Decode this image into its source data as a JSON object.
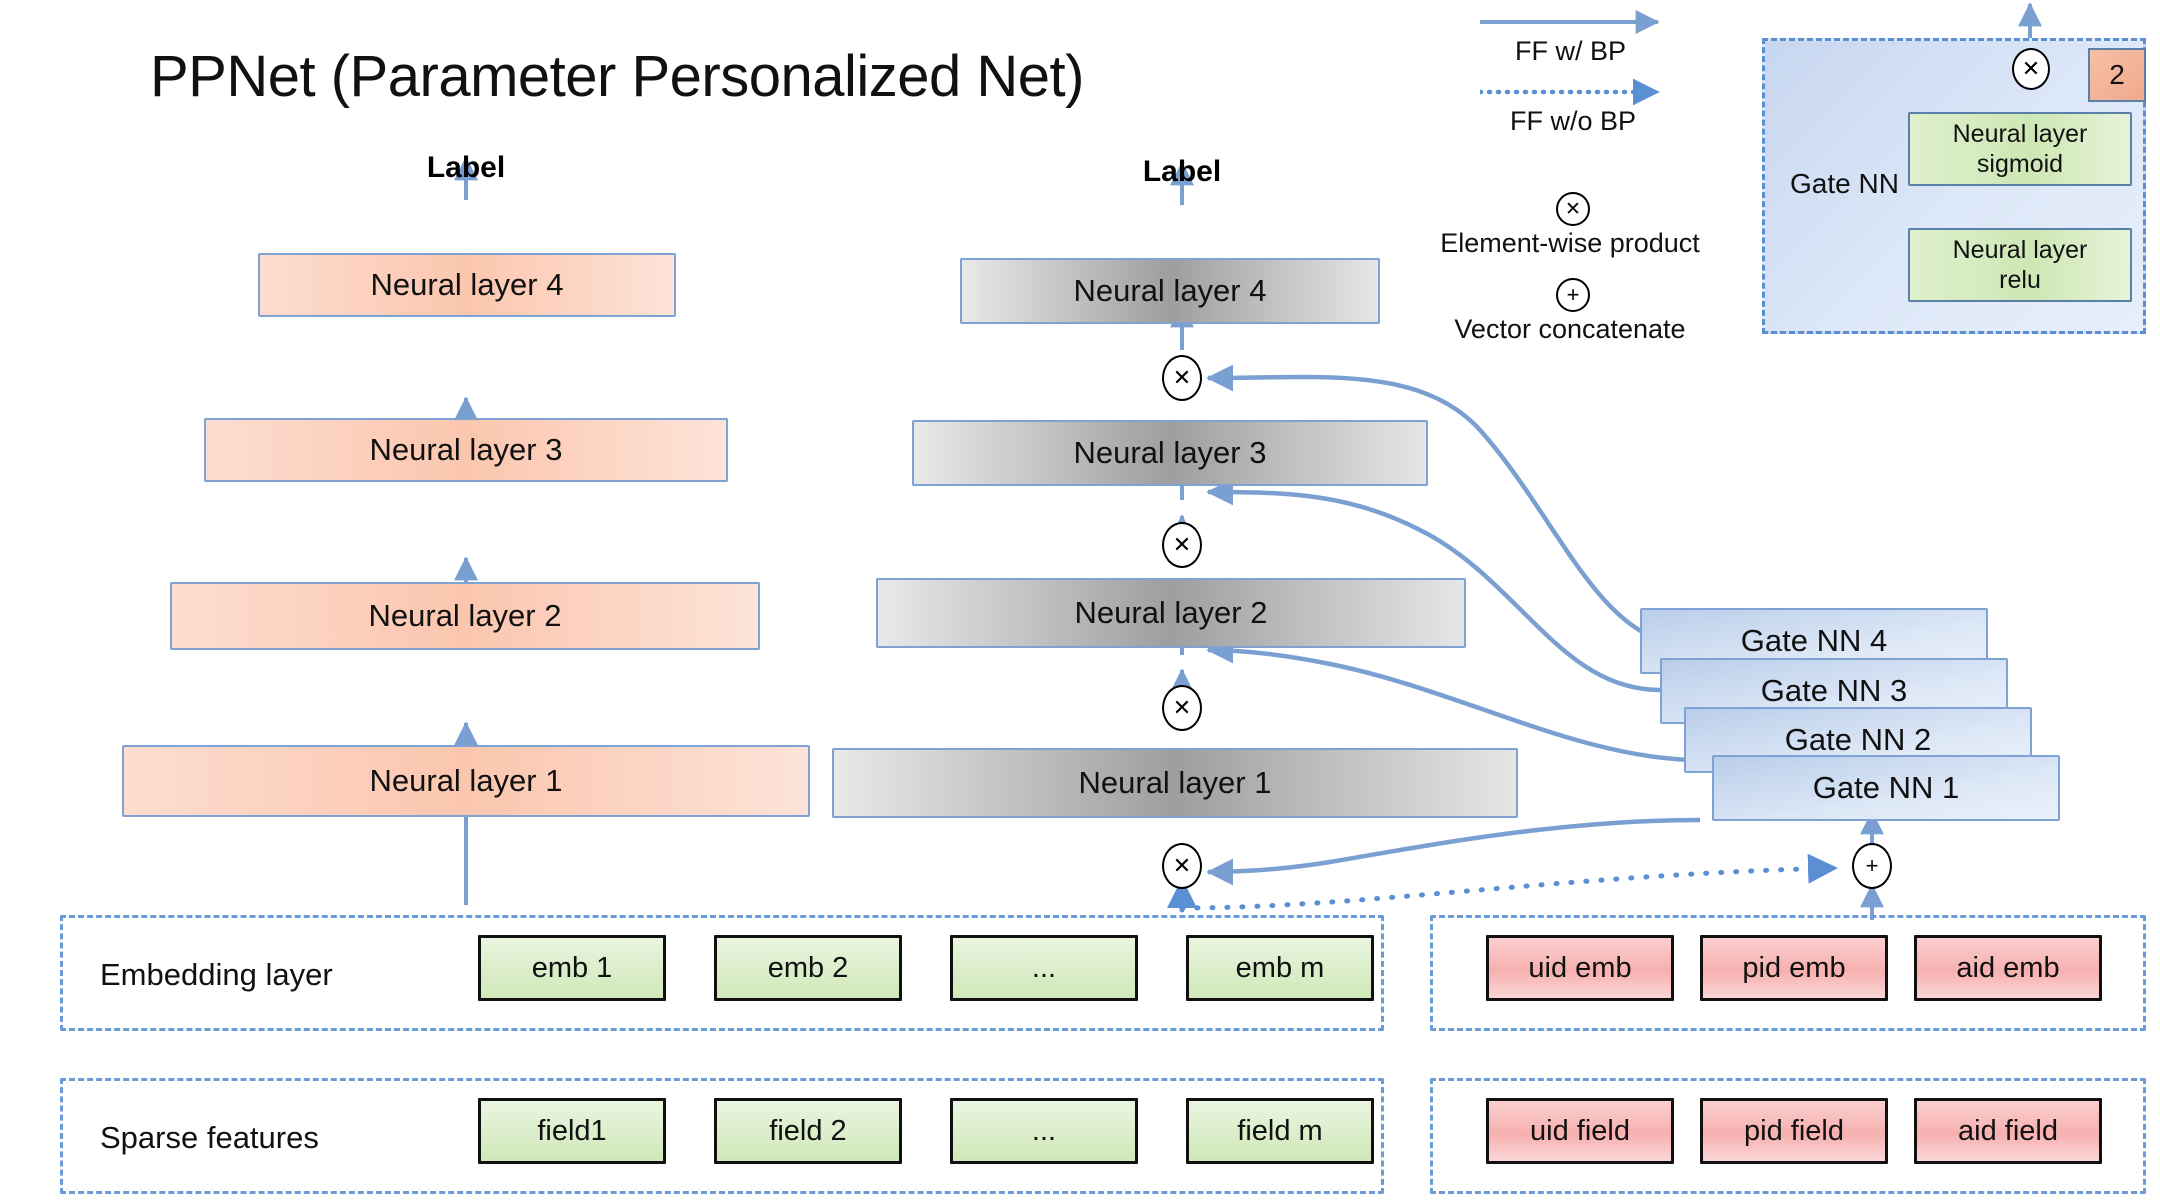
{
  "title": "PPNet (Parameter Personalized Net)",
  "columns": {
    "left_label": "Label",
    "right_label": "Label"
  },
  "left_stack": {
    "layers": [
      {
        "name": "Neural layer 4"
      },
      {
        "name": "Neural layer 3"
      },
      {
        "name": "Neural layer 2"
      },
      {
        "name": "Neural layer 1"
      }
    ]
  },
  "middle_stack": {
    "layers": [
      {
        "name": "Neural layer 4"
      },
      {
        "name": "Neural layer 3"
      },
      {
        "name": "Neural layer 2"
      },
      {
        "name": "Neural layer 1"
      }
    ]
  },
  "gate_stack": {
    "items": [
      {
        "name": "Gate NN 4"
      },
      {
        "name": "Gate NN 3"
      },
      {
        "name": "Gate NN 2"
      },
      {
        "name": "Gate NN 1"
      }
    ]
  },
  "embedding_row": {
    "group_label": "Embedding layer",
    "generic_items": [
      "emb 1",
      "emb 2",
      "...",
      "emb m"
    ],
    "id_items": [
      "uid emb",
      "pid emb",
      "aid emb"
    ]
  },
  "sparse_row": {
    "group_label": "Sparse features",
    "generic_items": [
      "field1",
      "field 2",
      "...",
      "field m"
    ],
    "id_items": [
      "uid field",
      "pid field",
      "aid field"
    ]
  },
  "legend": {
    "ff_with_bp": "FF w/ BP",
    "ff_without_bp": "FF w/o BP",
    "elementwise_product": "Element-wise product",
    "vector_concatenate": "Vector concatenate",
    "product_glyph": "✕",
    "concat_glyph": "+"
  },
  "gate_detail": {
    "panel_label": "Gate NN",
    "sigmoid_layer": "Neural layer\nsigmoid",
    "sigmoid_line1": "Neural layer",
    "sigmoid_line2": "sigmoid",
    "relu_line1": "Neural layer",
    "relu_line2": "relu",
    "scale_value": "2",
    "product_glyph": "✕"
  },
  "colors": {
    "arrow_blue": "#7a9fd1",
    "dashed_blue": "#6a9ad8",
    "orange_fill": "#fbc6ae",
    "gray_fill": "#9e9e9e",
    "gate_blue": "#c3d5ef",
    "green_fill": "#cfe8b8",
    "red_fill": "#f7b0b0"
  }
}
